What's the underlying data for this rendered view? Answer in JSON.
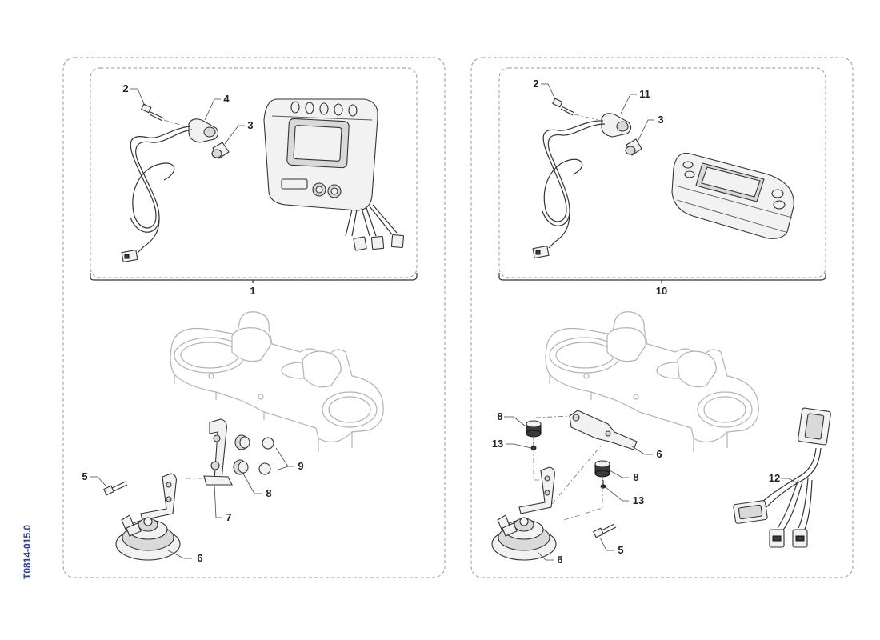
{
  "reference_code": "T0814-015.0",
  "left_panel": {
    "kit_label": "1",
    "labels": {
      "bolt": "2",
      "sensor": "4",
      "spacer": "3",
      "horn_bolt": "5",
      "horn": "6",
      "bracket": "7",
      "bushing": "8",
      "grommets": "9"
    }
  },
  "right_panel": {
    "kit_label": "10",
    "labels": {
      "bolt": "2",
      "sensor": "11",
      "spacer": "3",
      "damper_top": "8",
      "screw_top": "13",
      "plate": "6",
      "damper_bottom": "8",
      "screw_bottom": "13",
      "harness": "12",
      "horn": "6",
      "horn_bolt": "5"
    }
  }
}
